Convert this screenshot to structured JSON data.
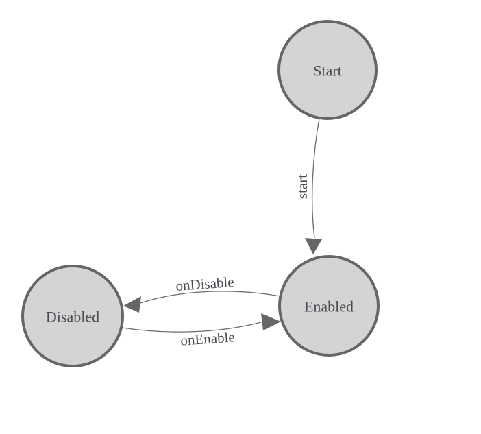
{
  "diagram": {
    "type": "state-machine",
    "colors": {
      "background": "#ffffff",
      "node_fill": "#d4d4d4",
      "node_stroke": "#666666",
      "edge_stroke": "#6b6b6b",
      "arrow_fill": "#666666",
      "text": "#4a4c52"
    },
    "nodes": [
      {
        "id": "start",
        "label": "Start"
      },
      {
        "id": "enabled",
        "label": "Enabled"
      },
      {
        "id": "disabled",
        "label": "Disabled"
      }
    ],
    "edges": [
      {
        "id": "start-to-enabled",
        "label": "start",
        "from": "start",
        "to": "enabled"
      },
      {
        "id": "enabled-to-disabled",
        "label": "onDisable",
        "from": "enabled",
        "to": "disabled"
      },
      {
        "id": "disabled-to-enabled",
        "label": "onEnable",
        "from": "disabled",
        "to": "enabled"
      }
    ]
  }
}
